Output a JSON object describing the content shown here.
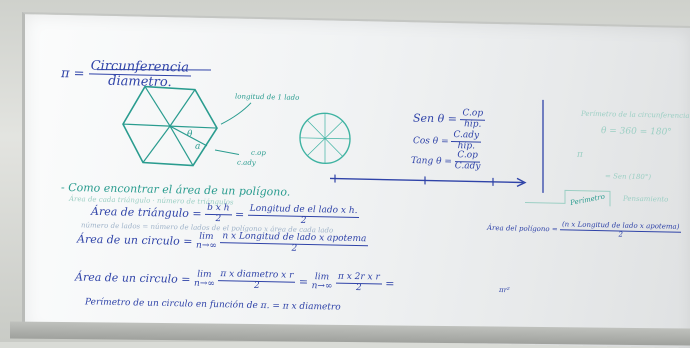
{
  "board": {
    "pi_def": {
      "lhs": "π =",
      "num": "Circunferencia",
      "den": "diametro."
    },
    "polygon_label": "longitud de 1 lado",
    "apothem_label": "a",
    "angle_label": "θ",
    "cop_label": "c.op",
    "cady_label": "c.ady",
    "trig": {
      "sen": {
        "lhs": "Sen θ =",
        "num": "C.op",
        "den": "hip."
      },
      "cos": {
        "lhs": "Cos θ =",
        "num": "C.ady",
        "den": "hip."
      },
      "tan": {
        "lhs": "Tang θ =",
        "num": "C.op",
        "den": "C.ady"
      }
    },
    "right_faint": {
      "title": "Perímetro de la circunferencia",
      "line1": "θ = 360 = 180°",
      "line2": "π",
      "line3": "= Sen (180°)",
      "box_label": "Perímetro",
      "note": "Pensamiento"
    },
    "como_line": "- Como encontrar el área de un polígono.",
    "faint_line1": "Área de cada triángulo · número de triángulos",
    "triangle_area": {
      "lhs": "Área de triángulo =",
      "num": "b x h",
      "den": "2",
      "eq": "=",
      "rhs": "Longitud de el lado x h.",
      "rhs_den": "2"
    },
    "faint_line2": "número de lados = número de lados de el polígono x área de cada lado",
    "poly_area": {
      "lhs": "Área del polígono =",
      "num": "(n x Longitud de lado x apotema)",
      "den": "2"
    },
    "circle_area1": {
      "lhs": "Área de un circulo =",
      "lim": "lim",
      "sub": "n→∞",
      "num": "n x Longitud de lado x apotema",
      "den": "2"
    },
    "circle_area2": {
      "lhs": "Área de un circulo =",
      "lim": "lim",
      "sub": "n→∞",
      "num": "π x diametro x r",
      "den": "2",
      "eq": "=",
      "lim2": "lim",
      "sub2": "n→∞",
      "num2": "π x 2r x r",
      "den2": "2",
      "end": "=",
      "result": "πr²"
    },
    "perimeter_line": "Perímetro de un circulo en función de π. = π x diametro"
  }
}
